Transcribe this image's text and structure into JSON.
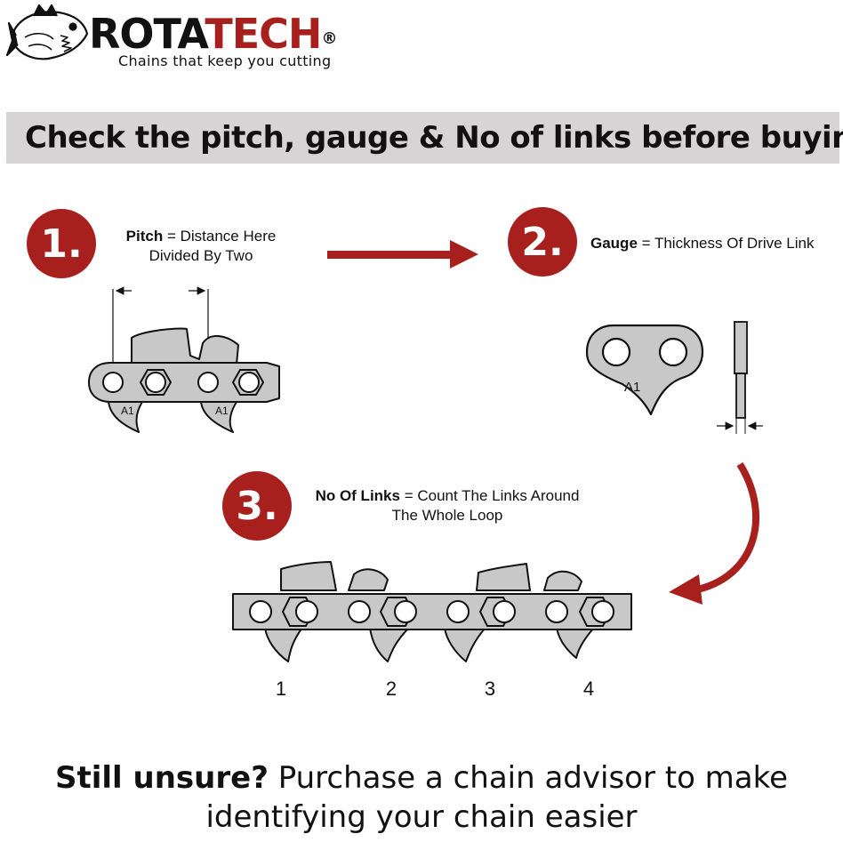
{
  "brand": {
    "name_part1": "ROTA",
    "name_part2": "TECH",
    "registered": "®",
    "tagline": "Chains that keep you cutting"
  },
  "banner": {
    "text": "Check the pitch, gauge & No of links before buying"
  },
  "steps": [
    {
      "number": "1.",
      "term": "Pitch",
      "desc_line1": " = Distance Here",
      "desc_line2": "Divided By Two"
    },
    {
      "number": "2.",
      "term": "Gauge",
      "desc_line1": " = Thickness Of Drive Link",
      "desc_line2": ""
    },
    {
      "number": "3.",
      "term": "No Of Links",
      "desc_line1": " = Count The Links Around",
      "desc_line2": "The Whole Loop"
    }
  ],
  "link_marks": [
    "A1",
    "A1",
    "A1"
  ],
  "link_numbers": [
    "1",
    "2",
    "3",
    "4"
  ],
  "footer": {
    "bold": "Still unsure?",
    "rest_line1": " Purchase a chain advisor to make",
    "line2": "identifying your chain easier"
  },
  "colors": {
    "accent": "#a8201d",
    "banner_bg": "#d6d4d4",
    "chain_fill": "#c8c8c8",
    "outline": "#111111"
  },
  "icons": [
    "piranha-fish-icon",
    "arrow-right-icon",
    "curved-arrow-icon"
  ]
}
